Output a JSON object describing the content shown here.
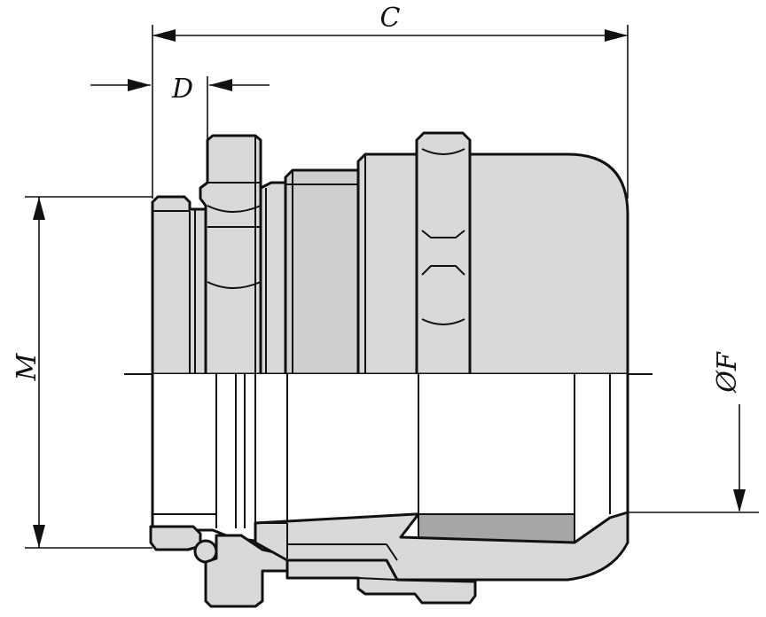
{
  "dimensions": {
    "c": "C",
    "d": "D",
    "m": "M",
    "f": "ØF"
  },
  "colors": {
    "outline": "#111111",
    "body_fill": "#d9d9d9",
    "section_fill": "#ffffff",
    "seal_fill": "#a6a6a6"
  }
}
